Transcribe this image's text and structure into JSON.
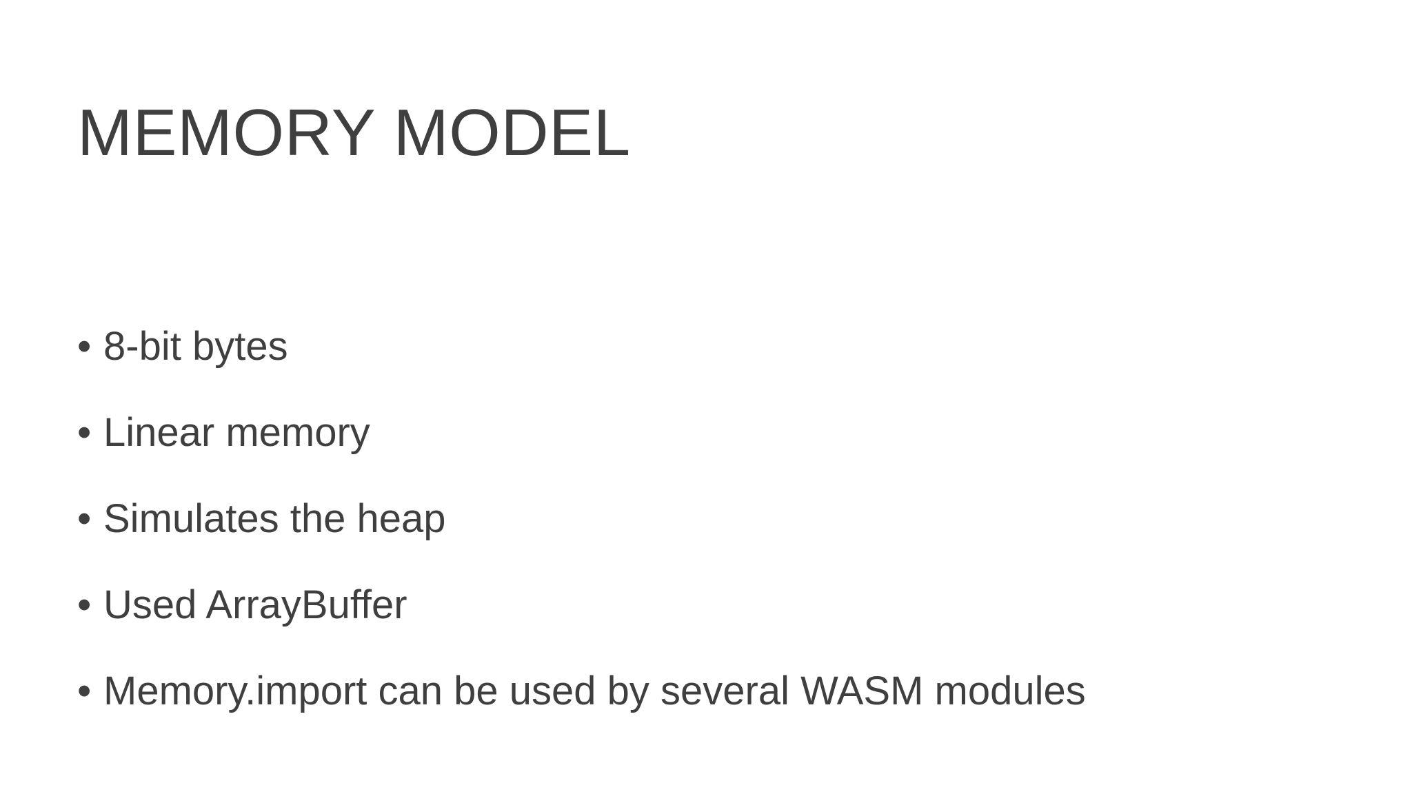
{
  "slide": {
    "title": "MEMORY MODEL",
    "bullet_marker": "•",
    "bullets": [
      {
        "text": "8-bit bytes"
      },
      {
        "text": "Linear memory"
      },
      {
        "text": "Simulates the heap"
      },
      {
        "text": "Used ArrayBuffer"
      },
      {
        "text": "Memory.import can be used by several WASM modules"
      }
    ],
    "colors": {
      "background": "#ffffff",
      "text": "#3f3f3f"
    }
  }
}
